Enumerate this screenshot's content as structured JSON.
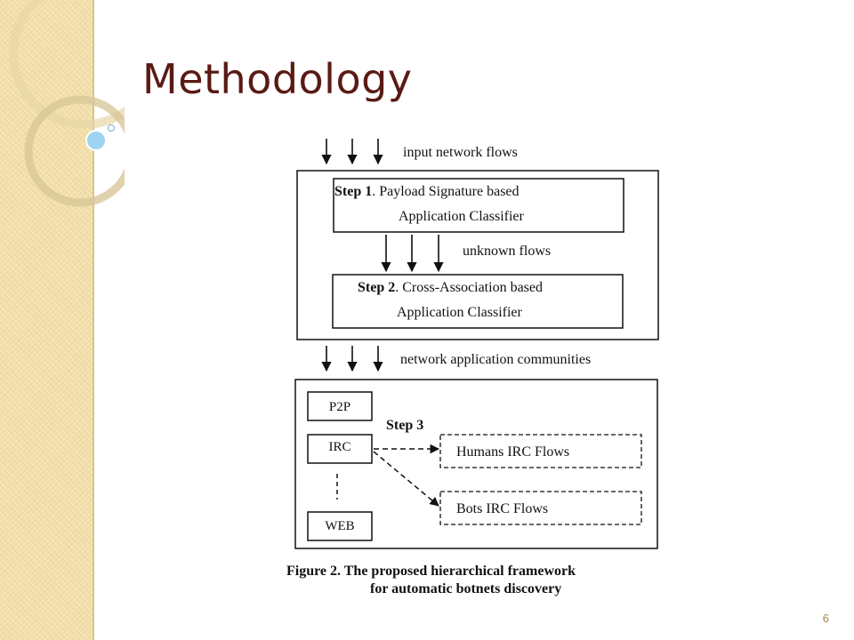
{
  "slide": {
    "title": "Methodology",
    "page_number": "6"
  },
  "diagram": {
    "input_label": "input network flows",
    "step1": {
      "label": "Step 1",
      "rest": ". Payload Signature based",
      "line2": "Application Classifier"
    },
    "unknown_label": "unknown flows",
    "step2": {
      "label": "Step 2",
      "rest": ". Cross-Association based",
      "line2": "Application Classifier"
    },
    "communities_label": "network application communities",
    "categories": [
      "P2P",
      "IRC",
      "WEB"
    ],
    "step3_label": "Step 3",
    "humans_flows": "Humans IRC Flows",
    "bots_flows": "Bots IRC Flows",
    "caption_line1": "Figure 2. The proposed hierarchical framework",
    "caption_line2": "for automatic botnets discovery"
  },
  "colors": {
    "title": "#5a1a14",
    "sidebar": "#f3dfa9",
    "accent_dot": "#9fd3f2"
  }
}
